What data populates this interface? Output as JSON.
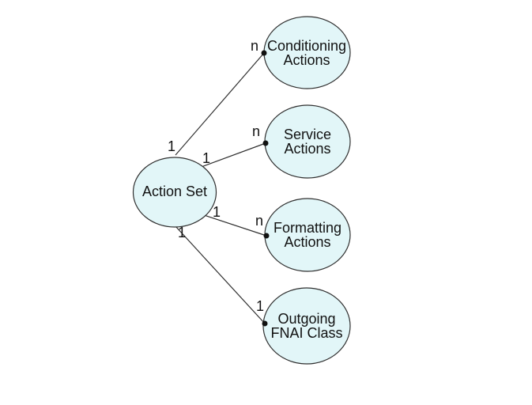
{
  "diagram": {
    "type": "entity-relationship",
    "colors": {
      "background": "#ffffff",
      "node_fill": "#e2f6f8",
      "node_stroke": "#2f2f2f",
      "edge_line": "#2f2f2f",
      "text": "#111111"
    },
    "nodes": [
      {
        "id": "action-set",
        "lines": [
          "Action Set",
          ""
        ]
      },
      {
        "id": "conditioning-actions",
        "lines": [
          "Conditioning",
          "Actions"
        ]
      },
      {
        "id": "service-actions",
        "lines": [
          "Service",
          "Actions"
        ]
      },
      {
        "id": "formatting-actions",
        "lines": [
          "Formatting",
          "Actions"
        ]
      },
      {
        "id": "outgoing-fnai-class",
        "lines": [
          "Outgoing",
          "FNAI Class"
        ]
      }
    ],
    "edges": [
      {
        "from": "action-set",
        "to": "conditioning-actions",
        "source_cardinality": "1",
        "target_cardinality": "n"
      },
      {
        "from": "action-set",
        "to": "service-actions",
        "source_cardinality": "1",
        "target_cardinality": "n"
      },
      {
        "from": "action-set",
        "to": "formatting-actions",
        "source_cardinality": "1",
        "target_cardinality": "n"
      },
      {
        "from": "action-set",
        "to": "outgoing-fnai-class",
        "source_cardinality": "1",
        "target_cardinality": "1"
      }
    ]
  }
}
